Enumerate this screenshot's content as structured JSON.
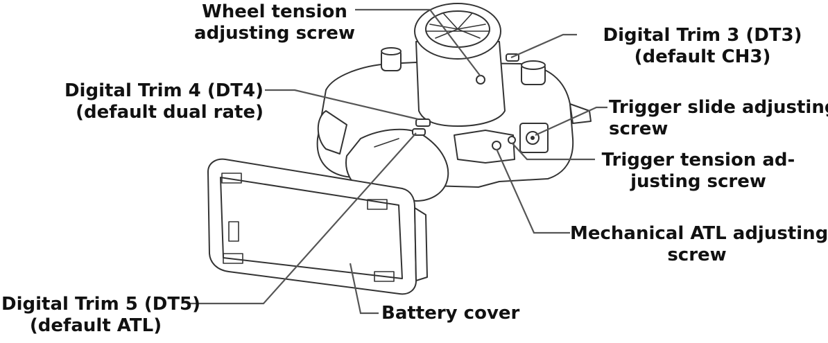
{
  "colors": {
    "text": "#111111",
    "leader": "#555555",
    "outline": "#333333",
    "background": "#ffffff"
  },
  "labels": {
    "wheel_tension": [
      "Wheel tension",
      "adjusting screw"
    ],
    "dt3": [
      "Digital Trim 3 (DT3)",
      "(default CH3)"
    ],
    "dt4": [
      "Digital Trim 4 (DT4)",
      "(default dual rate)"
    ],
    "trigger_slide": [
      "Trigger slide adjusting",
      "screw"
    ],
    "trigger_tension": [
      "Trigger tension ad-",
      "justing screw"
    ],
    "mechanical_atl": [
      "Mechanical ATL adjusting",
      "screw"
    ],
    "dt5": [
      "Digital Trim 5 (DT5)",
      "(default ATL)"
    ],
    "battery_cover": [
      "Battery cover"
    ]
  }
}
